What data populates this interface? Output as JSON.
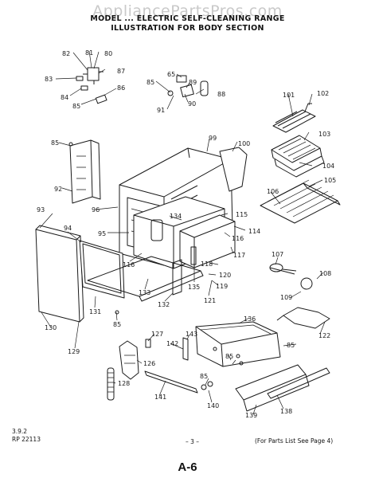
{
  "watermark": "AppliancePartsPros.com",
  "header": {
    "line1": "MODEL ... ELECTRIC SELF-CLEANING RANGE",
    "line2": "ILLUSTRATION FOR BODY SECTION"
  },
  "callouts": [
    "82",
    "81",
    "80",
    "87",
    "83",
    "84",
    "86",
    "85",
    "65",
    "89",
    "85",
    "88",
    "91",
    "90",
    "101",
    "102",
    "103",
    "104",
    "105",
    "106",
    "99",
    "100",
    "85",
    "92",
    "93",
    "94",
    "96",
    "134",
    "115",
    "114",
    "95",
    "116",
    "116",
    "117",
    "118",
    "107",
    "120",
    "108",
    "119",
    "135",
    "121",
    "133",
    "132",
    "109",
    "131",
    "85",
    "130",
    "129",
    "122",
    "136",
    "127",
    "143",
    "142",
    "85",
    "126",
    "85",
    "85",
    "128",
    "141",
    "140",
    "139",
    "138"
  ],
  "footer": {
    "code_line1": "3.9.2",
    "code_line2": "RP 22113",
    "page_marker": "– 3 –",
    "parts_note": "(For Parts List See Page 4)",
    "page_label": "A-6"
  },
  "colors": {
    "ink": "#1a1a1a",
    "watermark": "#c9c9c9",
    "paper": "#ffffff"
  }
}
